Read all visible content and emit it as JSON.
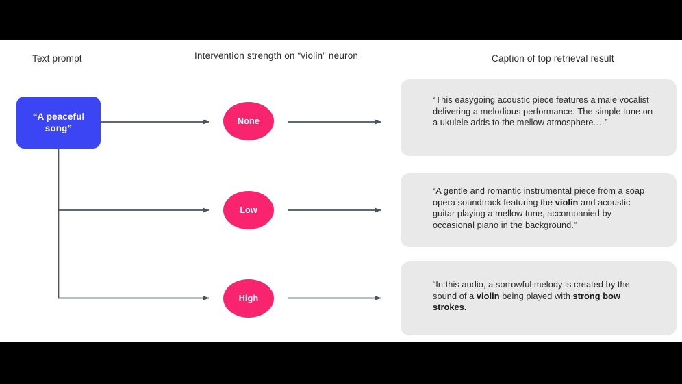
{
  "figure": {
    "background": "#ffffff",
    "letterbox_color": "#000000",
    "accent_prompt": "#3b45f4",
    "accent_pill": "#f8246e",
    "card_color": "#e9e9e9",
    "wire_color": "#4a5263"
  },
  "headers": {
    "prompt": "Text prompt",
    "strength": "Intervention strength on “violin” neuron",
    "caption": "Caption of top retrieval result"
  },
  "prompt": {
    "label": "“A peaceful song”"
  },
  "rows": [
    {
      "strength": "None",
      "caption_plain": "“This easygoing acoustic piece features a male vocalist delivering a melodious performance. The simple tune on a ukulele adds to the mellow atmosphere.…”",
      "caption_html": "“This easygoing acoustic piece features a male vocalist delivering a melodious performance. The simple tune on a ukulele adds to the mellow atmosphere.…”"
    },
    {
      "strength": "Low",
      "caption_plain": "“A gentle and romantic instrumental piece from a soap opera soundtrack featuring the violin and acoustic guitar playing a mellow tune, accompanied by occasional piano in the background.”",
      "caption_html": "“A gentle and romantic instrumental piece from a soap opera soundtrack featuring the <b>violin</b> and acoustic guitar playing a mellow tune, accompanied by occasional piano in the background.”"
    },
    {
      "strength": "High",
      "caption_plain": "“In this audio, a sorrowful melody is created by the sound of a violin being played with strong bow strokes.",
      "caption_html": "“In this audio, a sorrowful melody is created by the sound of a <b>violin</b> being played with <b>strong bow strokes.</b>"
    }
  ]
}
